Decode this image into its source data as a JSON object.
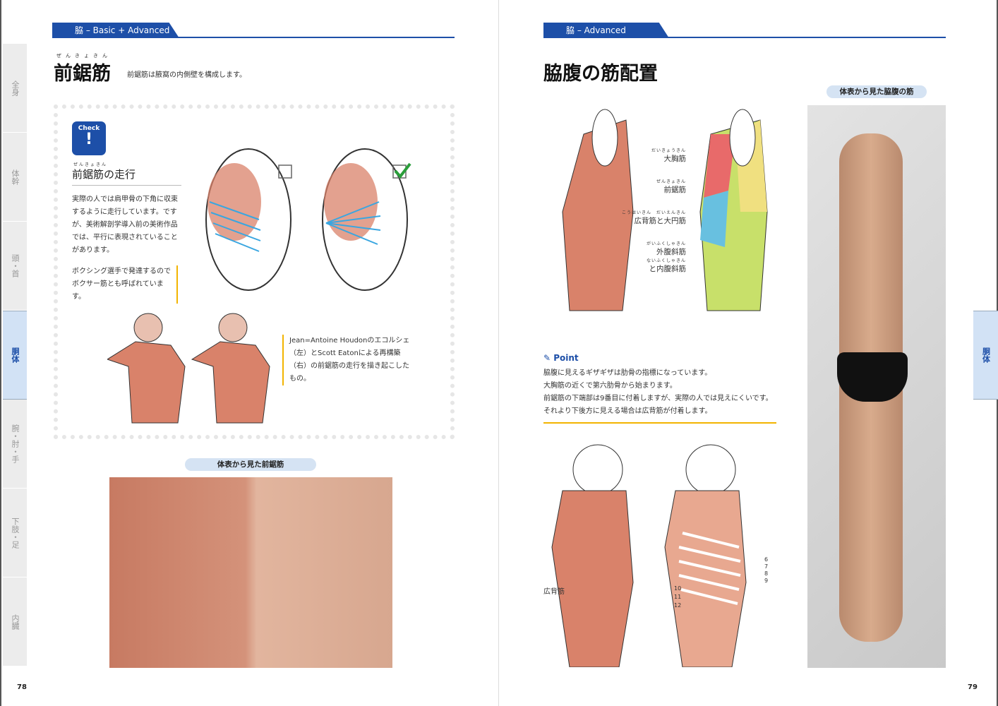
{
  "left_page": {
    "header_tab": "脇 – Basic + Advanced",
    "title_ruby": "ぜんきょきん",
    "title": "前鋸筋",
    "subtitle": "前鋸筋は腋窩の内側壁を構成します。",
    "side_tabs": [
      {
        "label": "全身",
        "active": false
      },
      {
        "label": "体幹",
        "active": false
      },
      {
        "label": "頭・首",
        "active": false
      },
      {
        "label": "胴体",
        "active": true
      },
      {
        "label": "腕・肘・手",
        "active": false
      },
      {
        "label": "下肢・足",
        "active": false
      },
      {
        "label": "内臓",
        "active": false
      }
    ],
    "check_box": {
      "badge": "Check",
      "badge_mark": "!",
      "heading_ruby": "ぜんきょきん",
      "heading": "前鋸筋の走行",
      "paragraph1": "実際の人では肩甲骨の下角に収束するように走行しています。ですが、美術解剖学導入前の美術作品では、平行に表現されていることがあります。",
      "paragraph2": "ボクシング選手で発達するのでボクサー筋とも呼ばれています。",
      "caption": "Jean=Antoine Houdonのエコルシェ（左）とScott Eatonによる再構築（右）の前鋸筋の走行を描き起こしたもの。"
    },
    "photo_label": "体表から見た前鋸筋",
    "page_number": "78"
  },
  "right_page": {
    "header_tab": "脇 – Advanced",
    "title": "脇腹の筋配置",
    "photo_label": "体表から見た脇腹の筋",
    "side_tab": "胴体",
    "muscle_labels": [
      {
        "ruby": "だいきょうきん",
        "text": "大胸筋"
      },
      {
        "ruby": "ぜんきょきん",
        "text": "前鋸筋"
      },
      {
        "ruby": "こうはいきん　だいえんきん",
        "text": "広背筋と大円筋"
      },
      {
        "ruby": "がいふくしゃきん",
        "text": "外腹斜筋"
      },
      {
        "ruby": "ないふくしゃきん",
        "text": "と内腹斜筋"
      }
    ],
    "point": {
      "title": "Point",
      "lines": [
        "脇腹に見えるギザギザは肋骨の指標になっています。",
        "大胸筋の近くで第六肋骨から始まります。",
        "前鋸筋の下端部は9番目に付着しますが、実際の人では見えにくいです。",
        "それより下後方に見える場合は広背筋が付着します。"
      ]
    },
    "lower_label": "広背筋",
    "rib_numbers_right": [
      "6",
      "7",
      "8",
      "9"
    ],
    "rib_numbers_left": [
      "10",
      "11",
      "12"
    ],
    "page_number": "79"
  },
  "colors": {
    "accent": "#1d4fa8",
    "tab_active": "#d2e2f5",
    "highlight": "#f2b400",
    "muscle": "#d9826a",
    "serratus": "#3aa6e0"
  }
}
